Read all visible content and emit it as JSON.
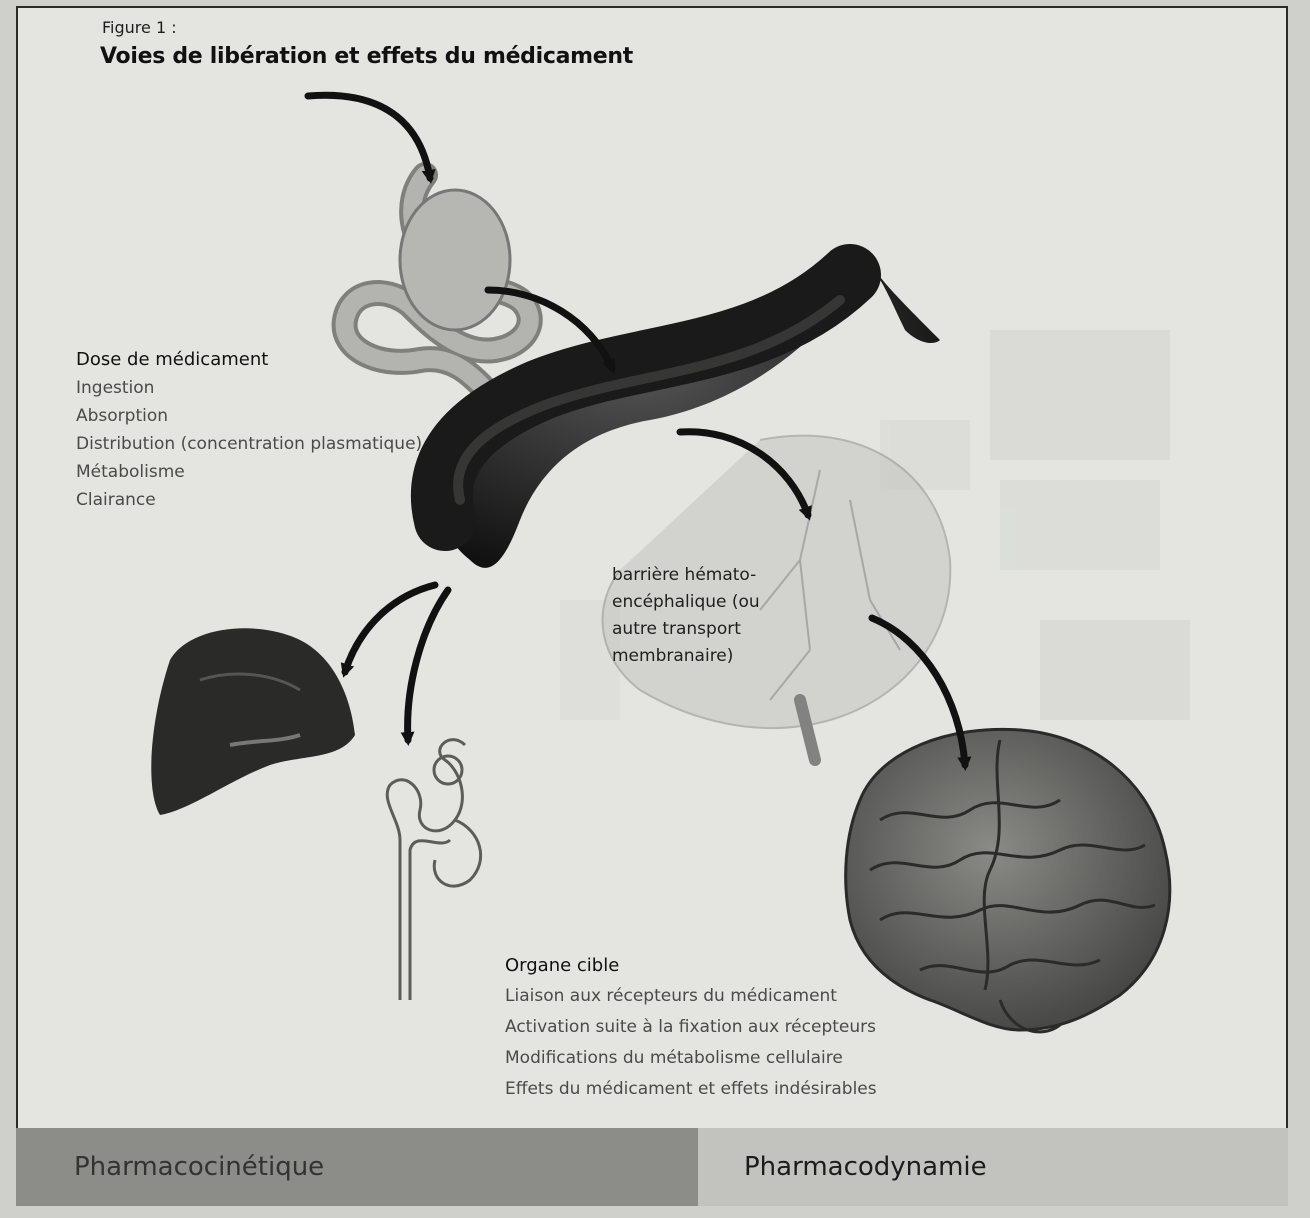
{
  "figure": {
    "label": "Figure 1 :",
    "title": "Voies de libération et effets du médicament"
  },
  "dose": {
    "heading": "Dose de médicament",
    "items": [
      "Ingestion",
      "Absorption",
      "Distribution (concentration plasmatique)",
      "Métabolisme",
      "Clairance"
    ]
  },
  "barrier": {
    "lines": [
      "barrière hémato-",
      "encéphalique (ou",
      "autre transport",
      "membranaire)"
    ]
  },
  "target": {
    "heading": "Organe cible",
    "items": [
      "Liaison aux récepteurs du médicament",
      "Activation suite à la fixation aux récepteurs",
      "Modifications du métabolisme cellulaire",
      "Effets du médicament et effets indésirables"
    ]
  },
  "bottom": {
    "left": "Pharmacocinétique",
    "right": "Pharmacodynamie"
  },
  "colors": {
    "background": "#e4e5e0",
    "organ_dark": "#1c1c1c",
    "organ_mid": "#6e6e6c",
    "band_left": "#8c8c89",
    "band_right": "#c2c3bf"
  },
  "icons": [
    "stomach-icon",
    "blood-vessel-icon",
    "liver-icon",
    "kidney-icon",
    "brain-icon",
    "arrow-icon"
  ]
}
